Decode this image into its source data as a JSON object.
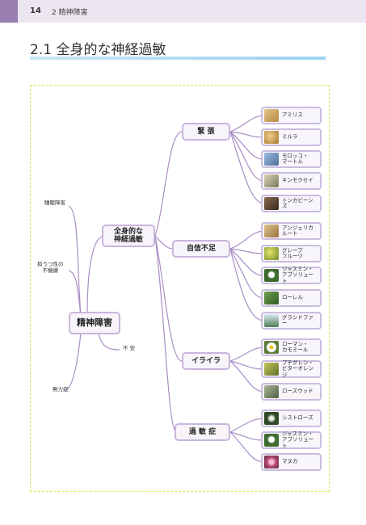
{
  "header": {
    "page_number": "14",
    "chapter": "2 精神障害"
  },
  "section_title": "2.1 全身的な神経過敏",
  "mindmap": {
    "root": "精神障害",
    "hub": "全身的な\n神経過敏",
    "side_items": [
      "睡眠障害",
      "抑うつ性の\n不機嫌",
      "不 安",
      "無力症"
    ],
    "branches": [
      {
        "label": "緊 張",
        "leaves": [
          {
            "label": "アミリス",
            "image": "amyris-photo",
            "color": "#c9a35a"
          },
          {
            "label": "ミルラ",
            "image": "myrrh-photo",
            "color": "#b88a3e"
          },
          {
            "label": "モロッコ・\nマートル",
            "image": "myrtle-photo",
            "color": "#6d8fb8"
          },
          {
            "label": "キンモクセイ",
            "image": "osmanthus-photo",
            "color": "#a7a07a"
          },
          {
            "label": "トンカビーンズ",
            "image": "tonka-beans-photo",
            "color": "#5a4030"
          }
        ]
      },
      {
        "label": "自信不足",
        "leaves": [
          {
            "label": "アンジェリカ\nルート",
            "image": "angelica-root-photo",
            "color": "#c49c58"
          },
          {
            "label": "グレープ\nフルーツ",
            "image": "grapefruit-photo",
            "color": "#9dae3c"
          },
          {
            "label": "ジャスミン・\nアブソリュート",
            "image": "jasmine-photo",
            "color": "#4f7a3a"
          },
          {
            "label": "ローレル",
            "image": "laurel-photo",
            "color": "#3f6e2f"
          },
          {
            "label": "グランドファー",
            "image": "grand-fir-photo",
            "color": "#6f8fa8"
          }
        ]
      },
      {
        "label": "イライラ",
        "leaves": [
          {
            "label": "ローマン・\nカモミール",
            "image": "roman-chamomile-photo",
            "color": "#d9c46a"
          },
          {
            "label": "プチグレン・\nビターオレンジ",
            "image": "petitgrain-photo",
            "color": "#8f9a3a"
          },
          {
            "label": "ローズウッド",
            "image": "rosewood-photo",
            "color": "#7d8f6a"
          }
        ]
      },
      {
        "label": "過 敏 症",
        "leaves": [
          {
            "label": "シストローズ",
            "image": "cistus-photo",
            "color": "#3e5e34"
          },
          {
            "label": "ジャスミン・\nアブソリュート",
            "image": "jasmine-photo",
            "color": "#4f7a3a"
          },
          {
            "label": "マヌカ",
            "image": "manuka-photo",
            "color": "#b84a78"
          }
        ]
      }
    ]
  }
}
